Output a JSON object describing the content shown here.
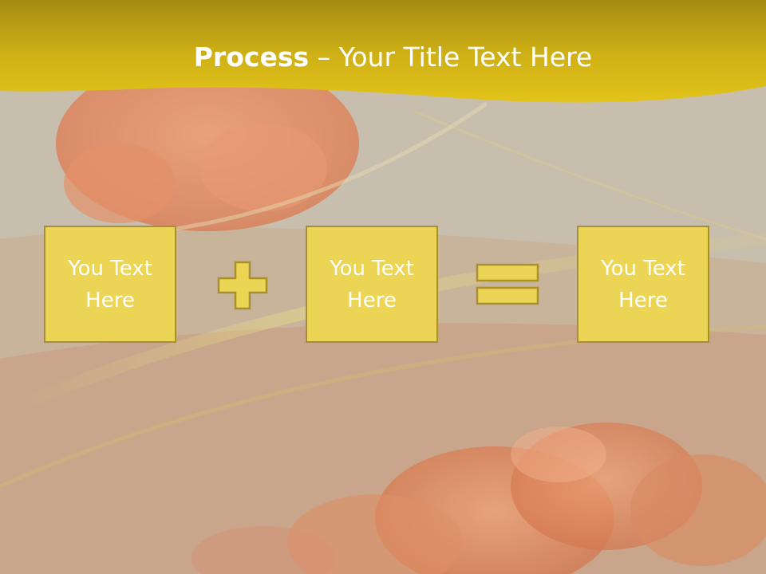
{
  "slide": {
    "title_bold": "Process",
    "title_rest": " – Your Title Text Here",
    "boxes": [
      {
        "text": "You Text Here"
      },
      {
        "text": "You Text Here"
      },
      {
        "text": "You Text Here"
      }
    ],
    "operators": [
      "plus-icon",
      "equals-icon"
    ],
    "colors": {
      "header": "#e2c21a",
      "box_fill": "#ecd454",
      "box_border": "#a8902c",
      "title_text": "#ffffff",
      "background": "#c9bfae"
    }
  }
}
